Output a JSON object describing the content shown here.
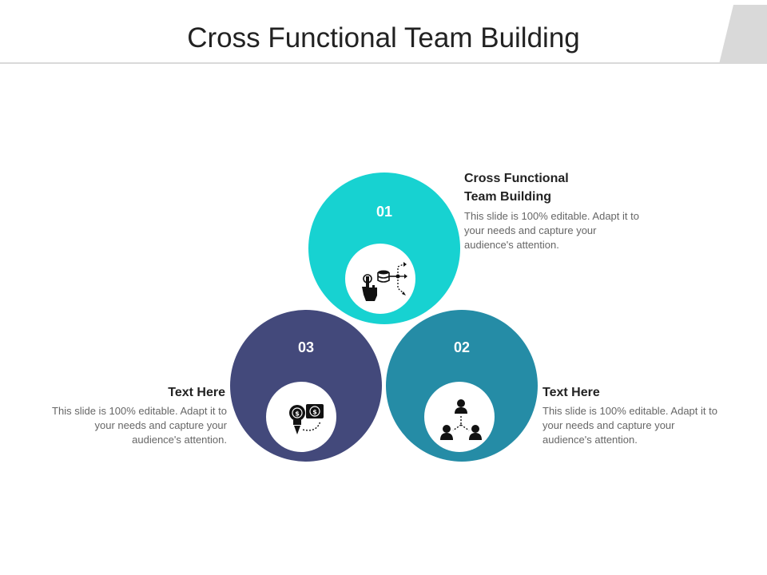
{
  "title": "Cross Functional Team Building",
  "colors": {
    "circle_01": "#17d2d1",
    "circle_02": "#258ca6",
    "circle_03": "#43497b",
    "corner_accent": "#d9d9d9"
  },
  "segments": [
    {
      "number": "01",
      "heading_line1": "Cross Functional",
      "heading_line2": "Team Building",
      "description": "This slide is 100% editable. Adapt it to your needs and capture your audience's attention.",
      "icon": "hand-database-arrows-icon"
    },
    {
      "number": "02",
      "heading_line1": "Text Here",
      "description": "This slide is 100% editable. Adapt it to your needs and capture your audience's attention.",
      "icon": "team-network-icon"
    },
    {
      "number": "03",
      "heading_line1": "Text Here",
      "description": "This slide is 100% editable. Adapt it to your needs and capture your audience's attention.",
      "icon": "bulb-money-icon"
    }
  ]
}
